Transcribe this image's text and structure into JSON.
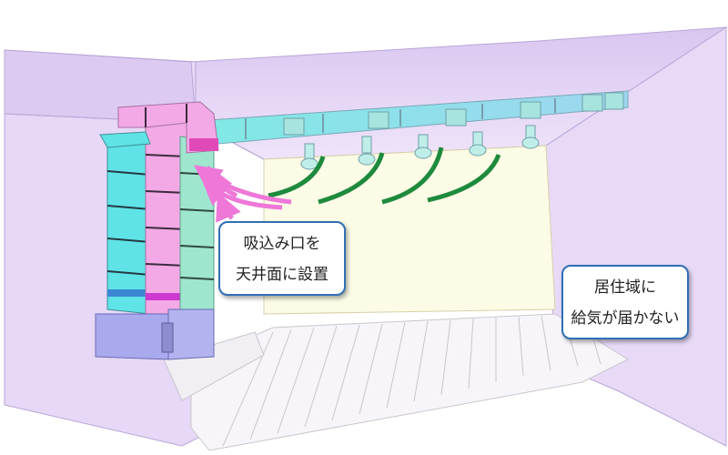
{
  "callouts": {
    "intake": {
      "line1": "吸込み口を",
      "line2": "天井面に設置"
    },
    "supply": {
      "line1": "居住域に",
      "line2": "給気が届かない"
    }
  },
  "colors": {
    "wall_fill": "#e3d4f4",
    "wall_edge": "#b9a6d8",
    "back_wall": "#fbfbe6",
    "duct_cyan": "#5fe3e6",
    "duct_pink": "#f2a9e6",
    "duct_mint": "#9fe6cf",
    "unit_blue": "#a9a9ee",
    "supply_arrow": "#1e8a3e",
    "return_arrow": "#ee77d8",
    "callout_border": "#2f6fb5"
  }
}
